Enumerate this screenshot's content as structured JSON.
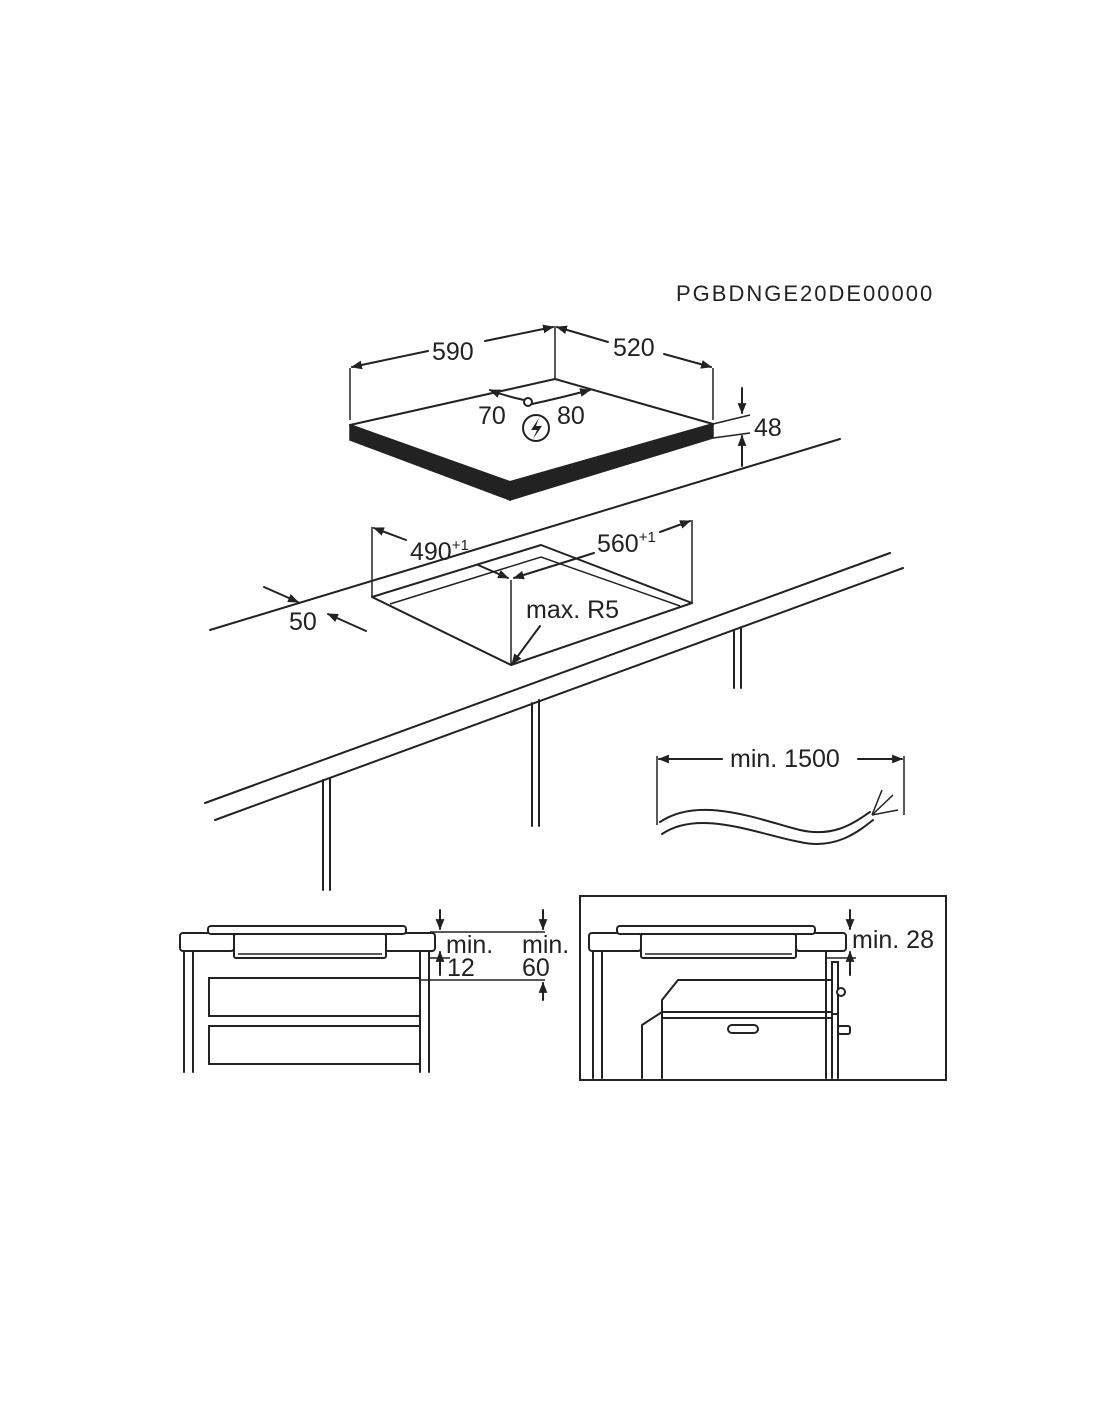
{
  "header_code": "PGBDNGE20DE00000",
  "hob": {
    "width": "590",
    "depth": "520",
    "height": "48",
    "connection_left": "70",
    "connection_right": "80",
    "power_symbol": "lightning-bolt-icon"
  },
  "cutout": {
    "width_value": "560",
    "width_tolerance": "+1",
    "depth_value": "490",
    "depth_tolerance": "+1",
    "edge_distance": "50",
    "corner_radius": "max. R5"
  },
  "cable": {
    "min_length": "min. 1500"
  },
  "side_view_drawers": {
    "clearance_under_label": "min.",
    "clearance_under_value": "12",
    "clearance_depth_label": "min.",
    "clearance_depth_value": "60"
  },
  "side_view_oven": {
    "clearance": "min. 28"
  }
}
